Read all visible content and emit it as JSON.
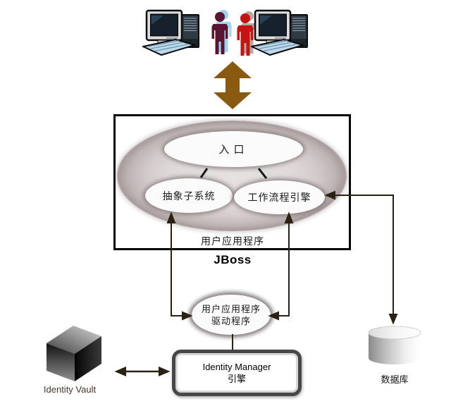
{
  "labels": {
    "portal": "入口",
    "abstraction": "抽象子系统",
    "workflow": "工作流程引擎",
    "user_app": "用户应用程序",
    "server": "JBoss",
    "driver_line1": "用户应用程序",
    "driver_line2": "驱动程序",
    "engine_line1": "Identity Manager",
    "engine_line2": "引擎",
    "vault": "Identity Vault",
    "database": "数据库"
  },
  "icons": {
    "top": [
      "computer-icon",
      "users-icon",
      "computer-icon"
    ],
    "middle": "sync-double-arrow-icon",
    "bottom_left": "identity-vault-cube-icon",
    "bottom_right": "database-cylinder-icon"
  },
  "colors": {
    "sync_arrow": "#8a5a10",
    "connector": "#2b2113",
    "box_border": "#000000",
    "vault_label_text": "#4a3527",
    "person_left": "#5a1631",
    "person_left_shadow": "#9ed5f2",
    "person_right": "#c81313",
    "person_right_shadow": "#b3aba1"
  }
}
